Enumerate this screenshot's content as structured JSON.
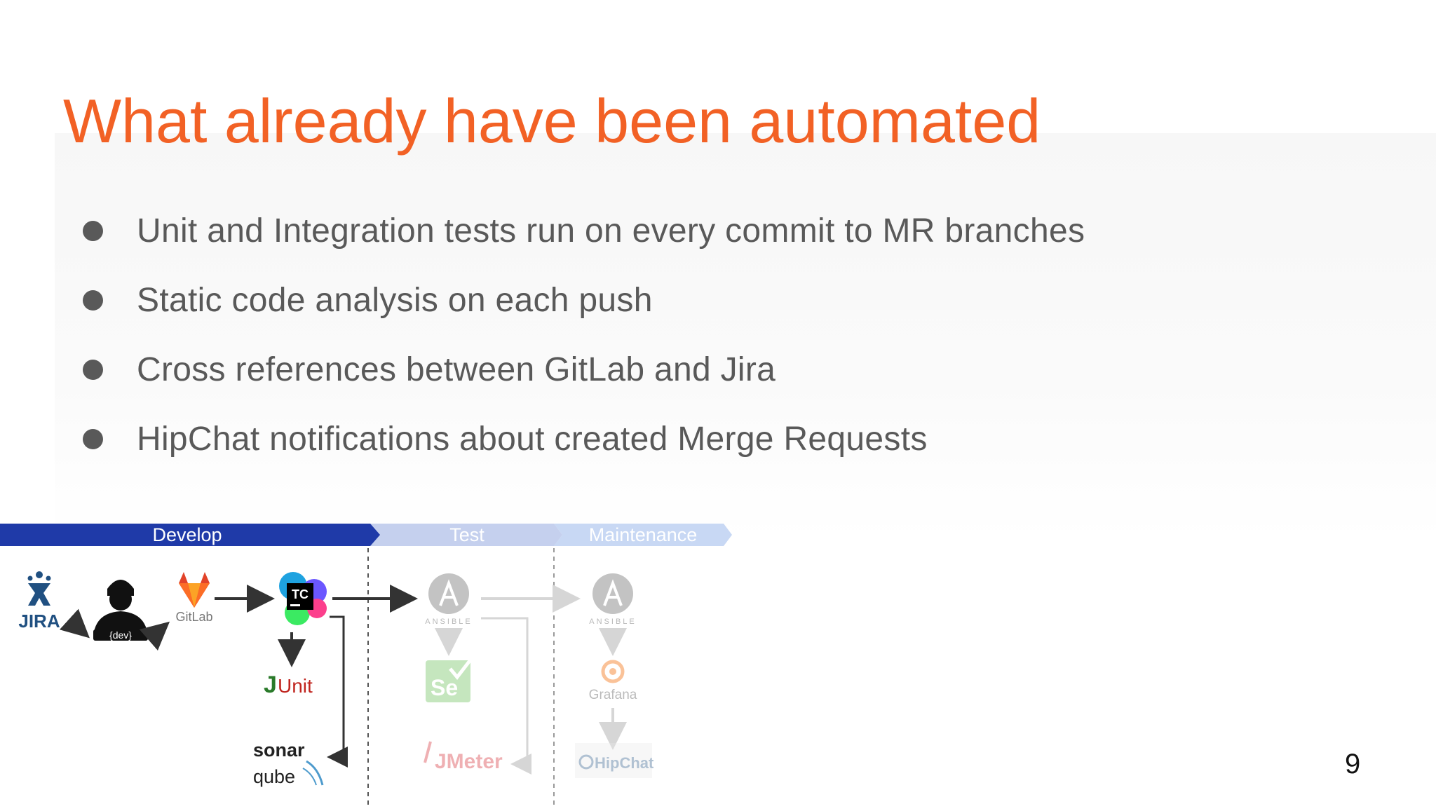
{
  "slide": {
    "title": "What already have been automated",
    "bullets": [
      "Unit and Integration tests run on every commit to MR branches",
      "Static code analysis on each push",
      "Cross references between GitLab and Jira",
      "HipChat notifications about created Merge Requests"
    ],
    "page_number": "9"
  },
  "pipeline": {
    "stages": [
      "Develop",
      "Test",
      "Maintenance"
    ],
    "tools": {
      "jira": "JIRA",
      "dev": "{dev}",
      "gitlab": "GitLab",
      "teamcity": "TC",
      "junit_j": "J",
      "junit_unit": "Unit",
      "sonar_top": "sonar",
      "sonar_bottom": "qube",
      "ansible": "ANSIBLE",
      "selenium": "Se",
      "jmeter": "JMeter",
      "grafana": "Grafana",
      "hipchat": "HipChat"
    }
  },
  "colors": {
    "title": "#f26125",
    "body_text": "#595959",
    "develop_stage": "#1f3aa8",
    "test_stage": "#c5d0ee",
    "maintenance_stage": "#c8d8f4"
  }
}
